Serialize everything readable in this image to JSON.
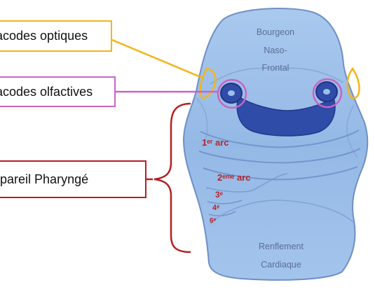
{
  "labels": {
    "optic": "Placodes optiques",
    "olfactory": "Placodes olfactives",
    "pharyngeal": "Appareil Pharyngé"
  },
  "embryo": {
    "bud_line1": "Bourgeon",
    "bud_line2": "Naso-",
    "bud_line3": "Frontal",
    "arc1": "1ᵉʳ arc",
    "arc2": "2ᵉᵐᵉ arc",
    "arc3": "3ᵉ",
    "arc4": "4ᵉ",
    "arc6": "6ᵉ",
    "heart_line1": "Renflement",
    "heart_line2": "Cardiaque"
  },
  "colors": {
    "optic": "#f2b51a",
    "olfactory": "#c765c4",
    "pharyngeal": "#b51f22",
    "embryo_fill": "#9cc0e8",
    "embryo_dark": "#2f4ca8",
    "arc_text": "#b3262d",
    "bud_text": "#5b6f95"
  }
}
